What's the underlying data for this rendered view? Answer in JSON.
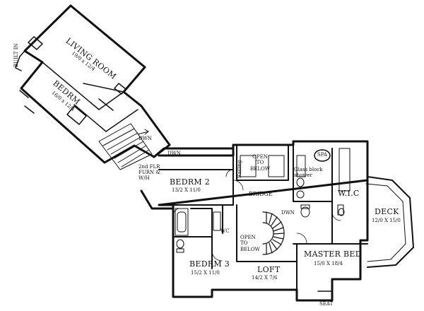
{
  "rooms": {
    "living_room": {
      "name": "LIVING ROOM",
      "size": "19/0 x 12/4"
    },
    "bedrm_west": {
      "name": "BEDRM",
      "size": "16/0 x 12/4"
    },
    "bedrm_2": {
      "name": "BEDRM 2",
      "size": "13/2 X 11/0"
    },
    "bedrm_3": {
      "name": "BEDRM 3",
      "size": "15/2 X 11/0"
    },
    "master_bed": {
      "name": "MASTER BED",
      "size": "15/0 X 18/4"
    },
    "deck": {
      "name": "DECK",
      "size": "12/0 X 15/0"
    },
    "loft": {
      "name": "LOFT",
      "size": "14/2 X 7/6"
    }
  },
  "notes": {
    "built_in": "BUILT IN",
    "dwn_stair_west": "DWN",
    "dwn_hall": "DWN",
    "furnace": "2nd FLR FURN & W/H",
    "open_below_1": "OPEN TO BELOW",
    "open_below_2": "OPEN TO BELOW",
    "railing": "Railing",
    "spa": "SPA",
    "glass_block": "Glass block shower",
    "wic": "W.I.C",
    "bridge": "BRIDGE",
    "wc": "WC",
    "dwn_spiral": "DWN",
    "seat": "SEAT"
  }
}
